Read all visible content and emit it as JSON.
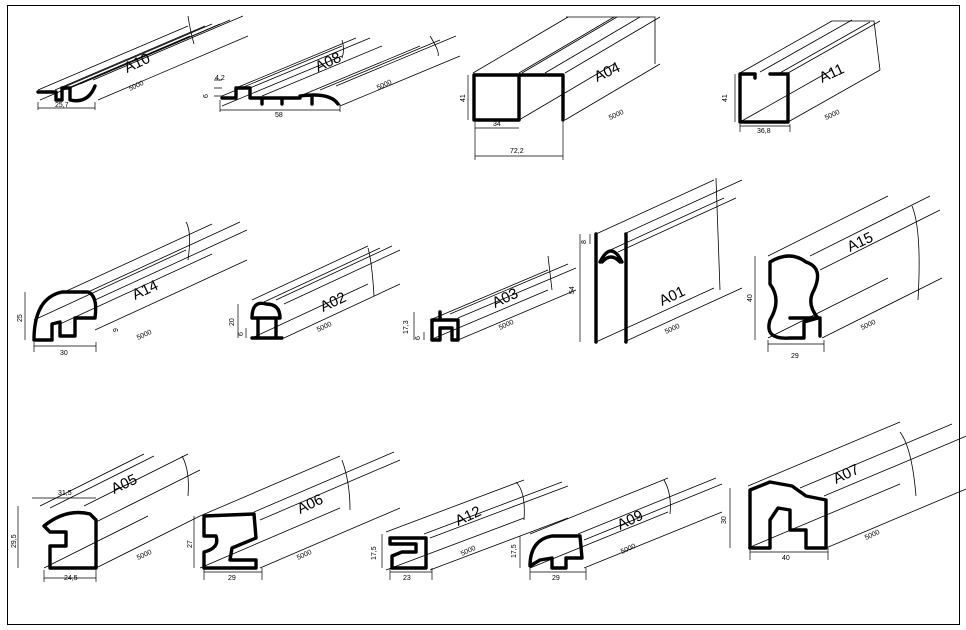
{
  "profiles": [
    {
      "code": "A10",
      "length": "5000",
      "dims": [
        "25,7"
      ]
    },
    {
      "code": "A08",
      "length": "5000",
      "dims": [
        "4,2",
        "6",
        "58"
      ]
    },
    {
      "code": "A04",
      "length": "5000",
      "dims": [
        "41",
        "34",
        "72,2"
      ]
    },
    {
      "code": "A11",
      "length": "5000",
      "dims": [
        "41",
        "36,8"
      ]
    },
    {
      "code": "A14",
      "length": "5000",
      "dims": [
        "25",
        "30",
        "9"
      ]
    },
    {
      "code": "A02",
      "length": "5000",
      "dims": [
        "20",
        "6"
      ]
    },
    {
      "code": "A03",
      "length": "5000",
      "dims": [
        "17,3",
        "6"
      ]
    },
    {
      "code": "A01",
      "length": "5000",
      "dims": [
        "8",
        "54"
      ]
    },
    {
      "code": "A15",
      "length": "5000",
      "dims": [
        "40",
        "29"
      ]
    },
    {
      "code": "A05",
      "length": "5000",
      "dims": [
        "31,5",
        "29,5",
        "24,5"
      ]
    },
    {
      "code": "A06",
      "length": "5000",
      "dims": [
        "27",
        "29"
      ]
    },
    {
      "code": "A12",
      "length": "5000",
      "dims": [
        "17,5",
        "23"
      ]
    },
    {
      "code": "A09",
      "length": "5000",
      "dims": [
        "17,5",
        "29"
      ]
    },
    {
      "code": "A07",
      "length": "5000",
      "dims": [
        "30",
        "40"
      ]
    }
  ]
}
